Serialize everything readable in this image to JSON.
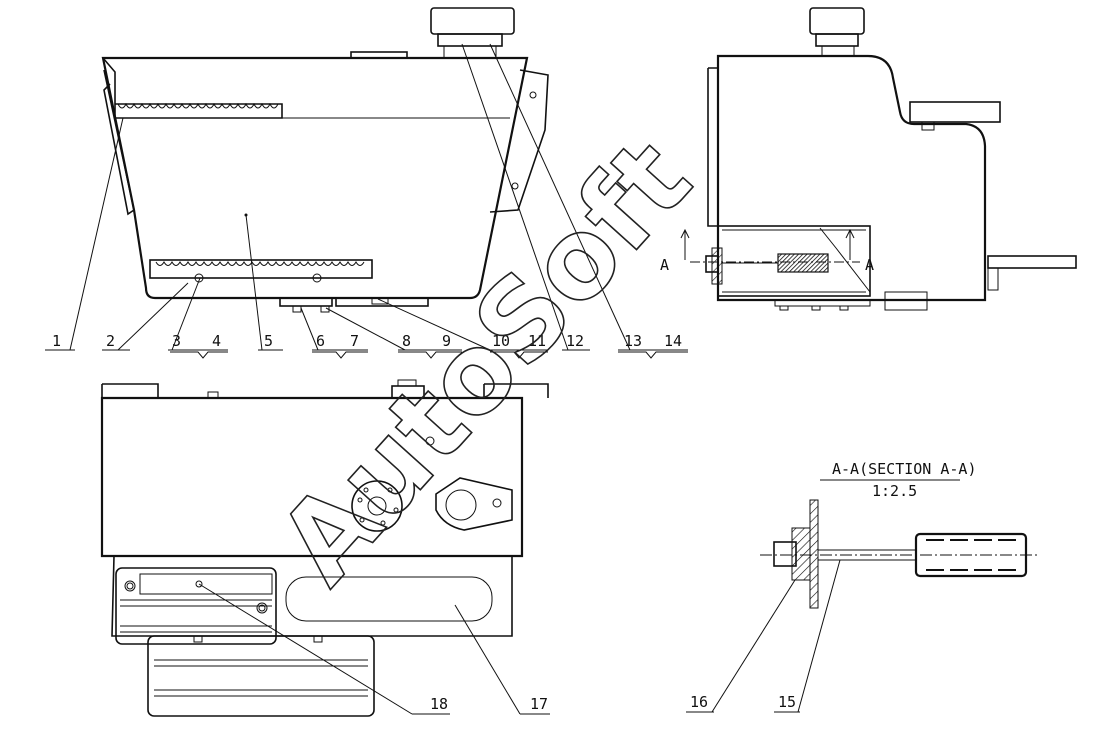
{
  "callouts": [
    "1",
    "2",
    "3",
    "4",
    "5",
    "6",
    "7",
    "8",
    "9",
    "10",
    "11",
    "12",
    "13",
    "14",
    "15",
    "16",
    "17",
    "18"
  ],
  "section_marker": "A",
  "section_title": "A-A(SECTION A-A)",
  "section_scale": "1:2.5",
  "watermark": "AutoSoft"
}
